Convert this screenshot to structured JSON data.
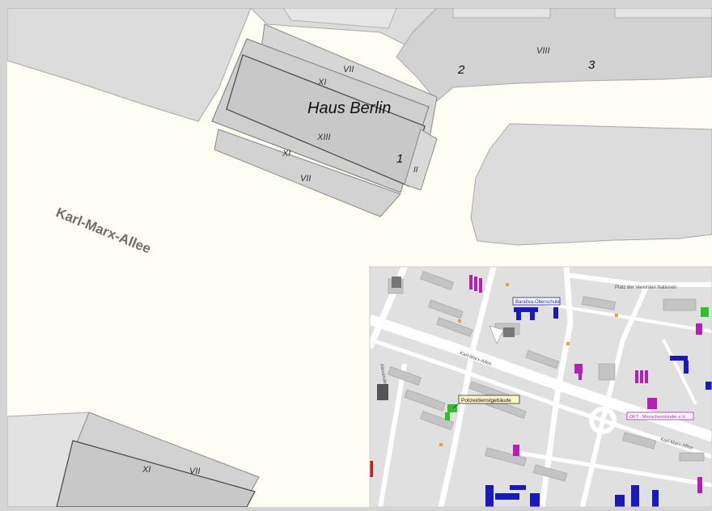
{
  "main_map": {
    "building_label": "Haus Berlin",
    "street_label": "Karl-Marx-Allee",
    "floor_labels": {
      "top_vii": "VII",
      "top_xi": "XI",
      "top_xiii": "XIII",
      "mid_xi": "XI",
      "mid_vii": "VII",
      "side_ii": "II",
      "right_viii": "VIII",
      "bottom_xi": "XI",
      "bottom_vii": "VII"
    },
    "entrance_numbers": {
      "n1": "1",
      "n2": "2",
      "n3": "3"
    }
  },
  "overview_map": {
    "labels": {
      "school": "Barafiva-Oberschule",
      "police": "Polizeidienstgebäude",
      "place": "Platz der Vereinten Nationen",
      "kindergarten": "DKT - Menschenskinder e.V.",
      "street1": "Karl-Marx-Allee",
      "street2": "Karl-Marx-Allee",
      "street3": "Alexanderstr."
    },
    "colors": {
      "school": "#1a1ab8",
      "social": "#b41fb4",
      "police": "#2fbf2f",
      "orange_marker": "#e8a23a"
    }
  }
}
